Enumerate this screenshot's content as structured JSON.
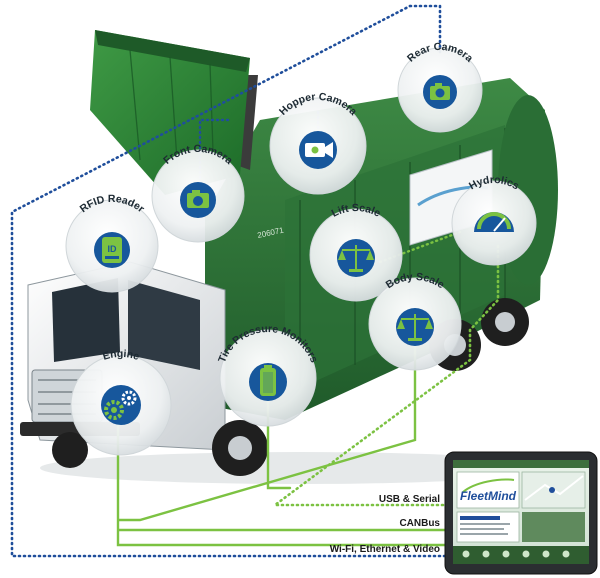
{
  "colors": {
    "truck_green": "#2f7d3a",
    "dark_green": "#1f5a2a",
    "connector_green": "#7cc242",
    "connector_blue": "#1f4e9b",
    "icon_blue": "#17579c",
    "bubble": "#eef1f2"
  },
  "truck": {
    "unit_number": "206071"
  },
  "sensors": [
    {
      "label": "Rear Camera",
      "icon": "camera-icon"
    },
    {
      "label": "Hopper Camera",
      "icon": "video-camera-icon"
    },
    {
      "label": "Front Camera",
      "icon": "camera-icon"
    },
    {
      "label": "RFID Reader",
      "icon": "id-card-icon"
    },
    {
      "label": "Hydrolics",
      "icon": "gauge-icon"
    },
    {
      "label": "Lift Scale",
      "icon": "scale-icon"
    },
    {
      "label": "Body Scale",
      "icon": "scale-icon"
    },
    {
      "label": "Tire Pressure Monitors",
      "icon": "battery-icon"
    },
    {
      "label": "Engine",
      "icon": "gears-icon"
    }
  ],
  "connections": {
    "usb_serial": "USB & Serial",
    "canbus": "CANBus",
    "wifi": "Wi-Fi, Ethernet & Video"
  },
  "tablet": {
    "brand": "FleetMind"
  }
}
